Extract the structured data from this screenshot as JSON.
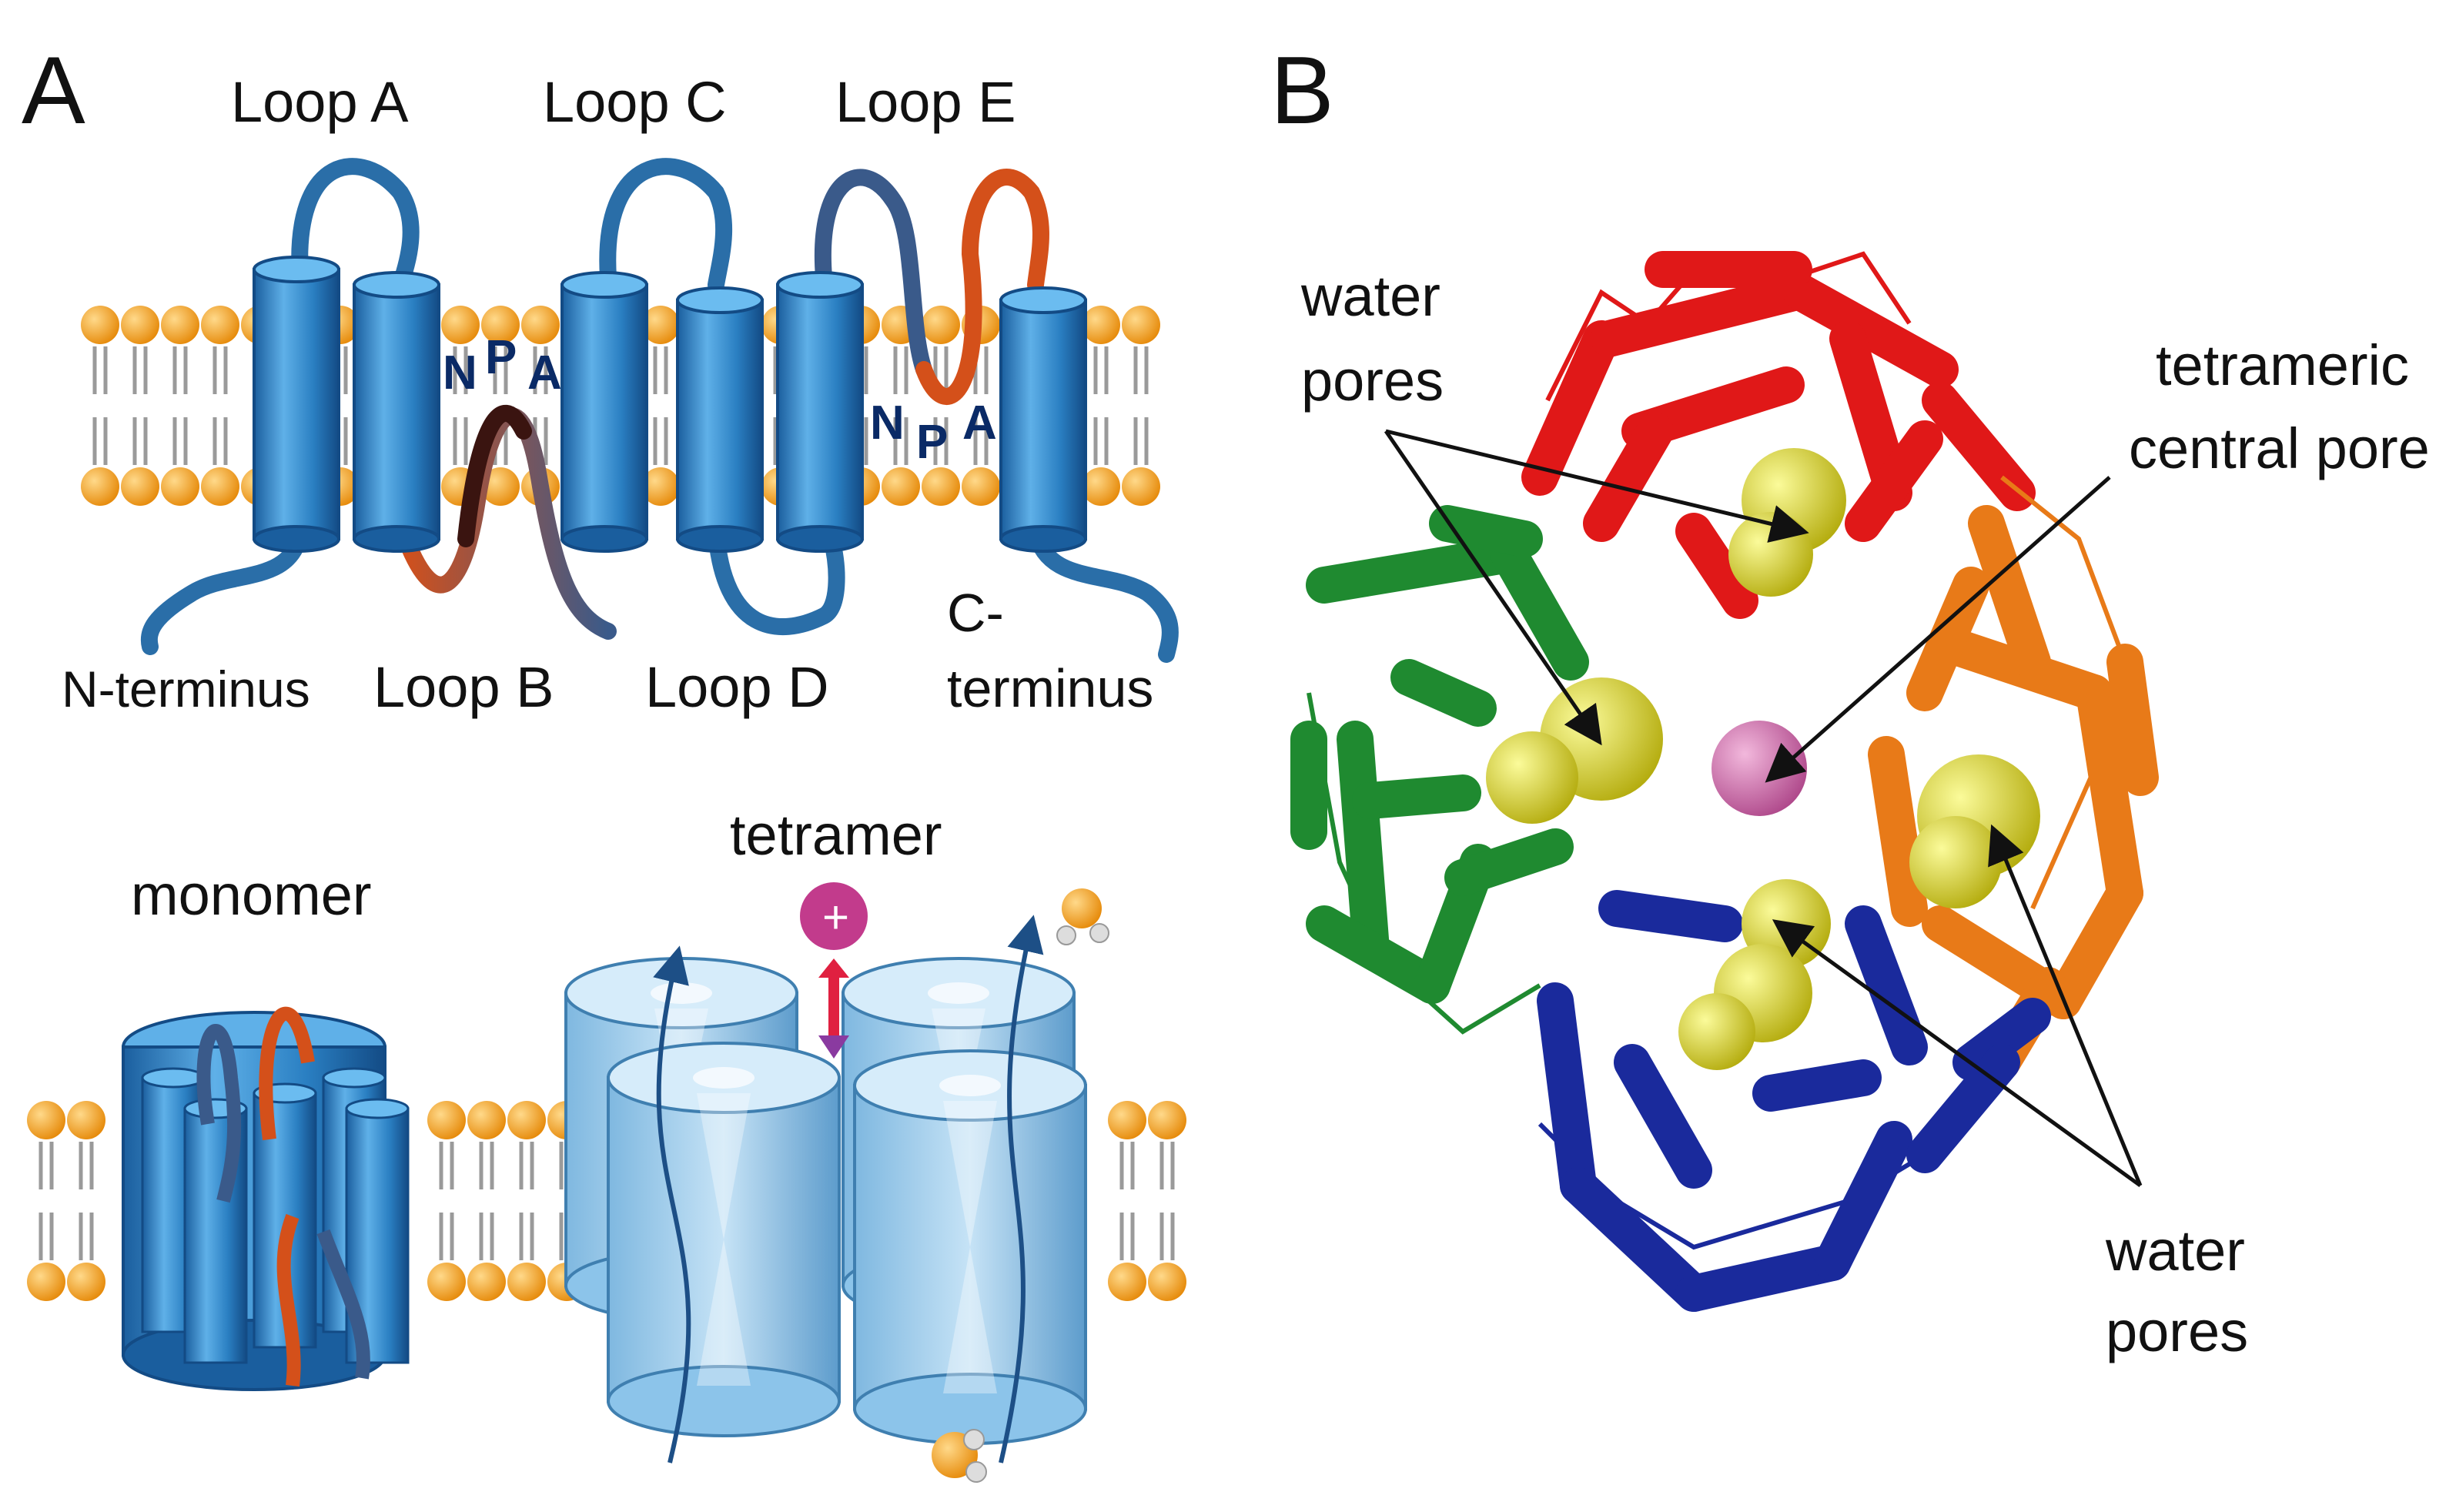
{
  "figure": {
    "panel_a": {
      "label": "A",
      "topology": {
        "loop_a": "Loop A",
        "loop_b": "Loop B",
        "loop_c": "Loop C",
        "loop_d": "Loop D",
        "loop_e": "Loop E",
        "n_terminus": "N-terminus",
        "c_terminus_line1": "C-",
        "c_terminus_line2": "terminus",
        "npa_motif": [
          "N",
          "P",
          "A"
        ]
      },
      "assembly": {
        "monomer": "monomer",
        "tetramer": "tetramer",
        "cation_symbol": "+"
      }
    },
    "panel_b": {
      "label": "B",
      "water_pores_top_line1": "water",
      "water_pores_top_line2": "pores",
      "central_pore_line1": "tetrameric",
      "central_pore_line2": "central pore",
      "water_pores_bottom_line1": "water",
      "water_pores_bottom_line2": "pores"
    }
  },
  "colors": {
    "helix_blue": "#2f86c8",
    "lipid_head": "#f39a12",
    "loop_orange": "#d4501a",
    "loop_dark": "#3a1410",
    "cation_magenta": "#c23b8c",
    "subunit_red": "#e01818",
    "subunit_orange": "#e87a18",
    "subunit_blue": "#1a2a9c",
    "subunit_green": "#1f8a30",
    "water_pore_yellow": "#e8e020",
    "central_pore_pink": "#d870b0"
  }
}
